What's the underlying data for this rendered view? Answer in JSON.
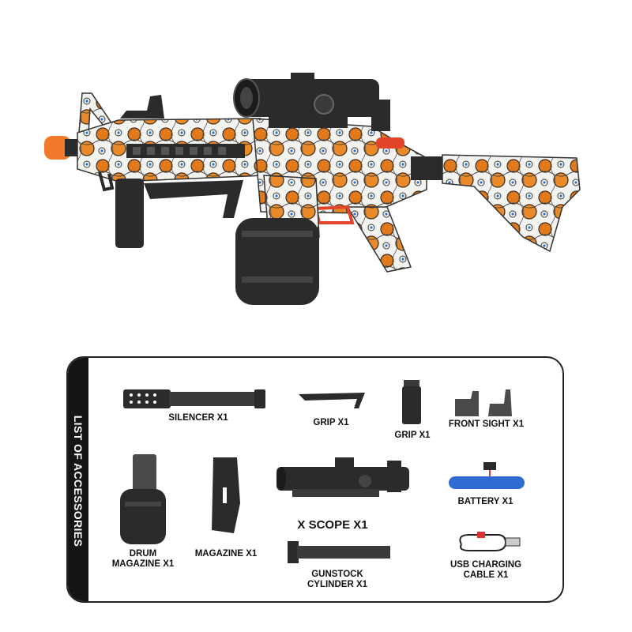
{
  "accessories_panel": {
    "title": "LIST OF ACCESSORIES",
    "items": [
      {
        "label": "SILENCER X1",
        "icon": "silencer-icon"
      },
      {
        "label": "GRIP X1",
        "icon": "angled-grip-icon"
      },
      {
        "label": "GRIP X1",
        "icon": "vertical-grip-icon"
      },
      {
        "label": "FRONT SIGHT X1",
        "icon": "front-sight-icon"
      },
      {
        "label": "DRUM\nMAGAZINE X1",
        "icon": "drum-magazine-icon"
      },
      {
        "label": "MAGAZINE X1",
        "icon": "magazine-icon"
      },
      {
        "label": "X SCOPE X1",
        "icon": "scope-icon"
      },
      {
        "label": "BATTERY X1",
        "icon": "battery-icon"
      },
      {
        "label": "GUNSTOCK\nCYLINDER X1",
        "icon": "gunstock-cylinder-icon"
      },
      {
        "label": "USB CHARGING\nCABLE X1",
        "icon": "usb-cable-icon"
      }
    ]
  },
  "colors": {
    "camo_orange": "#e07a1c",
    "camo_white": "#f2f2ee",
    "dark_part": "#2b2b2b",
    "muzzle_tip": "#f07a2a",
    "battery_blue": "#2f6bd1",
    "panel_dark": "#151515"
  }
}
